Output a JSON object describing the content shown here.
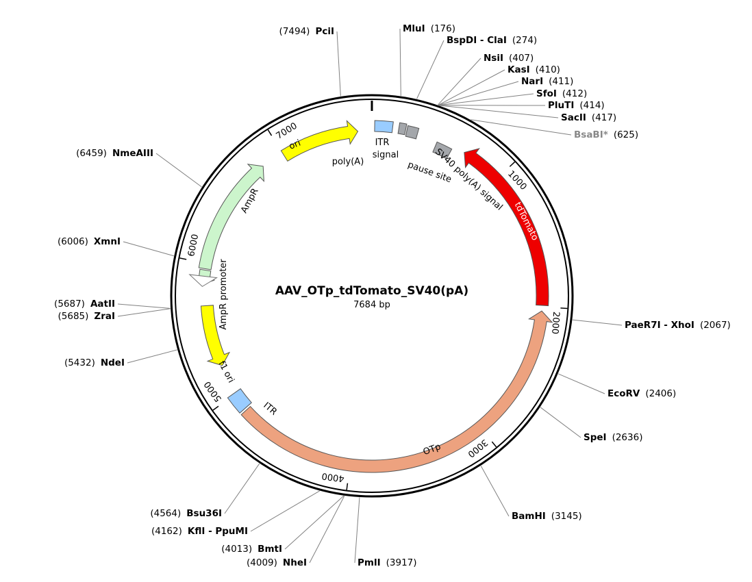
{
  "plasmid": {
    "name": "AAV_OTp_tdTomato_SV40(pA)",
    "size_label": "7684 bp",
    "length": 7684
  },
  "colors": {
    "ori": "#ffff00",
    "f1_ori": "#ffff00",
    "AmpR": "#ccf5cc",
    "tdTomato": "#ee0000",
    "OTp": "#eda27f",
    "ITR": "#99ccff",
    "signal": "#a4a7ab",
    "backbone": "#000000"
  },
  "ticks": [
    {
      "pos": 1000,
      "label": "1000"
    },
    {
      "pos": 2000,
      "label": "2000"
    },
    {
      "pos": 3000,
      "label": "3000"
    },
    {
      "pos": 4000,
      "label": "4000"
    },
    {
      "pos": 5000,
      "label": "5000"
    },
    {
      "pos": 6000,
      "label": "6000"
    },
    {
      "pos": 7000,
      "label": "7000"
    }
  ],
  "sites": [
    {
      "name": "PciI",
      "pos_label": "(7494)",
      "pos": 7494,
      "side": "left",
      "grey": false
    },
    {
      "name": "MluI",
      "pos_label": "(176)",
      "pos": 176,
      "side": "right",
      "grey": false
    },
    {
      "name": "BspDI - ClaI",
      "pos_label": "(274)",
      "pos": 274,
      "side": "right",
      "grey": false
    },
    {
      "name": "NsiI",
      "pos_label": "(407)",
      "pos": 407,
      "side": "right",
      "grey": false
    },
    {
      "name": "KasI",
      "pos_label": "(410)",
      "pos": 410,
      "side": "right",
      "grey": false
    },
    {
      "name": "NarI",
      "pos_label": "(411)",
      "pos": 411,
      "side": "right",
      "grey": false
    },
    {
      "name": "SfoI",
      "pos_label": "(412)",
      "pos": 412,
      "side": "right",
      "grey": false
    },
    {
      "name": "PluTI",
      "pos_label": "(414)",
      "pos": 414,
      "side": "right",
      "grey": false
    },
    {
      "name": "SacII",
      "pos_label": "(417)",
      "pos": 417,
      "side": "right",
      "grey": false
    },
    {
      "name": "BsaBI*",
      "pos_label": "(625)",
      "pos": 625,
      "side": "right",
      "grey": true
    },
    {
      "name": "NmeAIII",
      "pos_label": "(6459)",
      "pos": 6459,
      "side": "left",
      "grey": false
    },
    {
      "name": "XmnI",
      "pos_label": "(6006)",
      "pos": 6006,
      "side": "left",
      "grey": false
    },
    {
      "name": "AatII",
      "pos_label": "(5687)",
      "pos": 5687,
      "side": "left",
      "grey": false
    },
    {
      "name": "ZraI",
      "pos_label": "(5685)",
      "pos": 5685,
      "side": "left",
      "grey": false
    },
    {
      "name": "NdeI",
      "pos_label": "(5432)",
      "pos": 5432,
      "side": "left",
      "grey": false
    },
    {
      "name": "PaeR7I - XhoI",
      "pos_label": "(2067)",
      "pos": 2067,
      "side": "right",
      "grey": false
    },
    {
      "name": "EcoRV",
      "pos_label": "(2406)",
      "pos": 2406,
      "side": "right",
      "grey": false
    },
    {
      "name": "SpeI",
      "pos_label": "(2636)",
      "pos": 2636,
      "side": "right",
      "grey": false
    },
    {
      "name": "BamHI",
      "pos_label": "(3145)",
      "pos": 3145,
      "side": "right",
      "grey": false
    },
    {
      "name": "PmlI",
      "pos_label": "(3917)",
      "pos": 3917,
      "side": "right",
      "grey": false
    },
    {
      "name": "NheI",
      "pos_label": "(4009)",
      "pos": 4009,
      "side": "left",
      "grey": false
    },
    {
      "name": "BmtI",
      "pos_label": "(4013)",
      "pos": 4013,
      "side": "left",
      "grey": false
    },
    {
      "name": "KflI - PpuMI",
      "pos_label": "(4162)",
      "pos": 4162,
      "side": "left",
      "grey": false
    },
    {
      "name": "Bsu36I",
      "pos_label": "(4564)",
      "pos": 4564,
      "side": "left",
      "grey": false
    }
  ],
  "features": [
    {
      "name": "tdTomato",
      "label": "tdTomato",
      "start": 700,
      "end": 1990,
      "dir": -1,
      "color_key": "tdTomato"
    },
    {
      "name": "OTp",
      "label": "OTp",
      "start": 2030,
      "end": 4860,
      "dir": -1,
      "color_key": "OTp"
    },
    {
      "name": "ITR-left",
      "label": "ITR",
      "start": 4875,
      "end": 5010,
      "dir": 0,
      "color_key": "ITR"
    },
    {
      "name": "f1-ori",
      "label": "f1 ori",
      "start": 5230,
      "end": 5690,
      "dir": -1,
      "color_key": "f1_ori"
    },
    {
      "name": "AmpR-promoter",
      "label": "AmpR promoter",
      "start": 5850,
      "end": 5950,
      "dir": -1,
      "color_key": "AmpR"
    },
    {
      "name": "AmpR",
      "label": "AmpR",
      "start": 5960,
      "end": 6830,
      "dir": 1,
      "color_key": "AmpR"
    },
    {
      "name": "ori",
      "label": "ori",
      "start": 7000,
      "end": 7580,
      "dir": 1,
      "color_key": "ori"
    },
    {
      "name": "ITR-right",
      "label": "ITR",
      "start": 20,
      "end": 150,
      "dir": 0,
      "color_key": "ITR"
    },
    {
      "name": "polyA-signal",
      "label": "poly(A) signal",
      "start": 195,
      "end": 245,
      "dir": 0,
      "color_key": "signal"
    },
    {
      "name": "pause-site",
      "label": "pause site",
      "start": 255,
      "end": 335,
      "dir": 0,
      "color_key": "signal"
    },
    {
      "name": "SV40-polyA-signal",
      "label": "SV40 poly(A) signal",
      "start": 490,
      "end": 610,
      "dir": 0,
      "color_key": "signal"
    }
  ],
  "feature_text": {
    "ori": "ori",
    "f1_ori": "f1 ori",
    "AmpR": "AmpR",
    "AmpR_promoter": "AmpR promoter",
    "tdTomato": "tdTomato",
    "OTp": "OTp",
    "ITR_left": "ITR",
    "ITR_right": "ITR",
    "polyA_line1": "poly(A)",
    "polyA_line2": "signal",
    "ITR_right_line": "ITR",
    "pause_line1": "pause site",
    "sv40": "SV40 poly(A) signal"
  }
}
